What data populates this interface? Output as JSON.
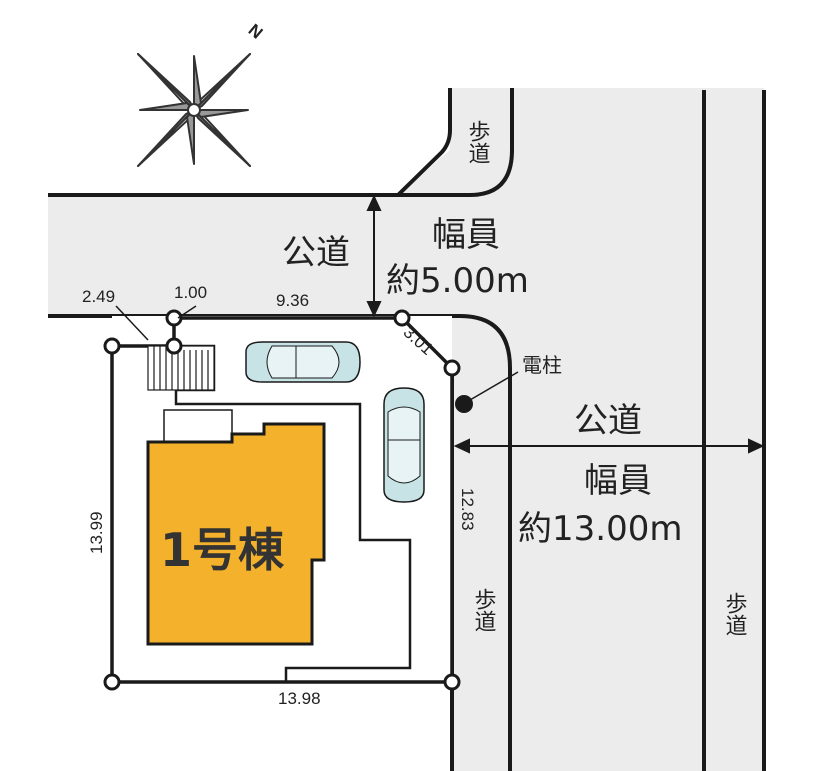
{
  "compass": {
    "north_label": "N",
    "icon": "compass-rose-icon"
  },
  "roads": {
    "top_road": {
      "label": "公道",
      "width_label": "幅員",
      "width_value": "約5.00m"
    },
    "right_road": {
      "label": "公道",
      "width_label": "幅員",
      "width_value": "約13.00m"
    },
    "sidewalk_label": "歩道"
  },
  "pole": {
    "label": "電柱"
  },
  "building": {
    "label": "1号棟"
  },
  "dimensions": {
    "d_249": "2.49",
    "d_100": "1.00",
    "d_936": "9.36",
    "d_301": "3.01",
    "d_1283": "12.83",
    "d_1399": "13.99",
    "d_1398": "13.98"
  },
  "colors": {
    "road": "#ececec",
    "building": "#f4b12c",
    "car": "#c8e3e5",
    "line": "#1a1a1a"
  }
}
